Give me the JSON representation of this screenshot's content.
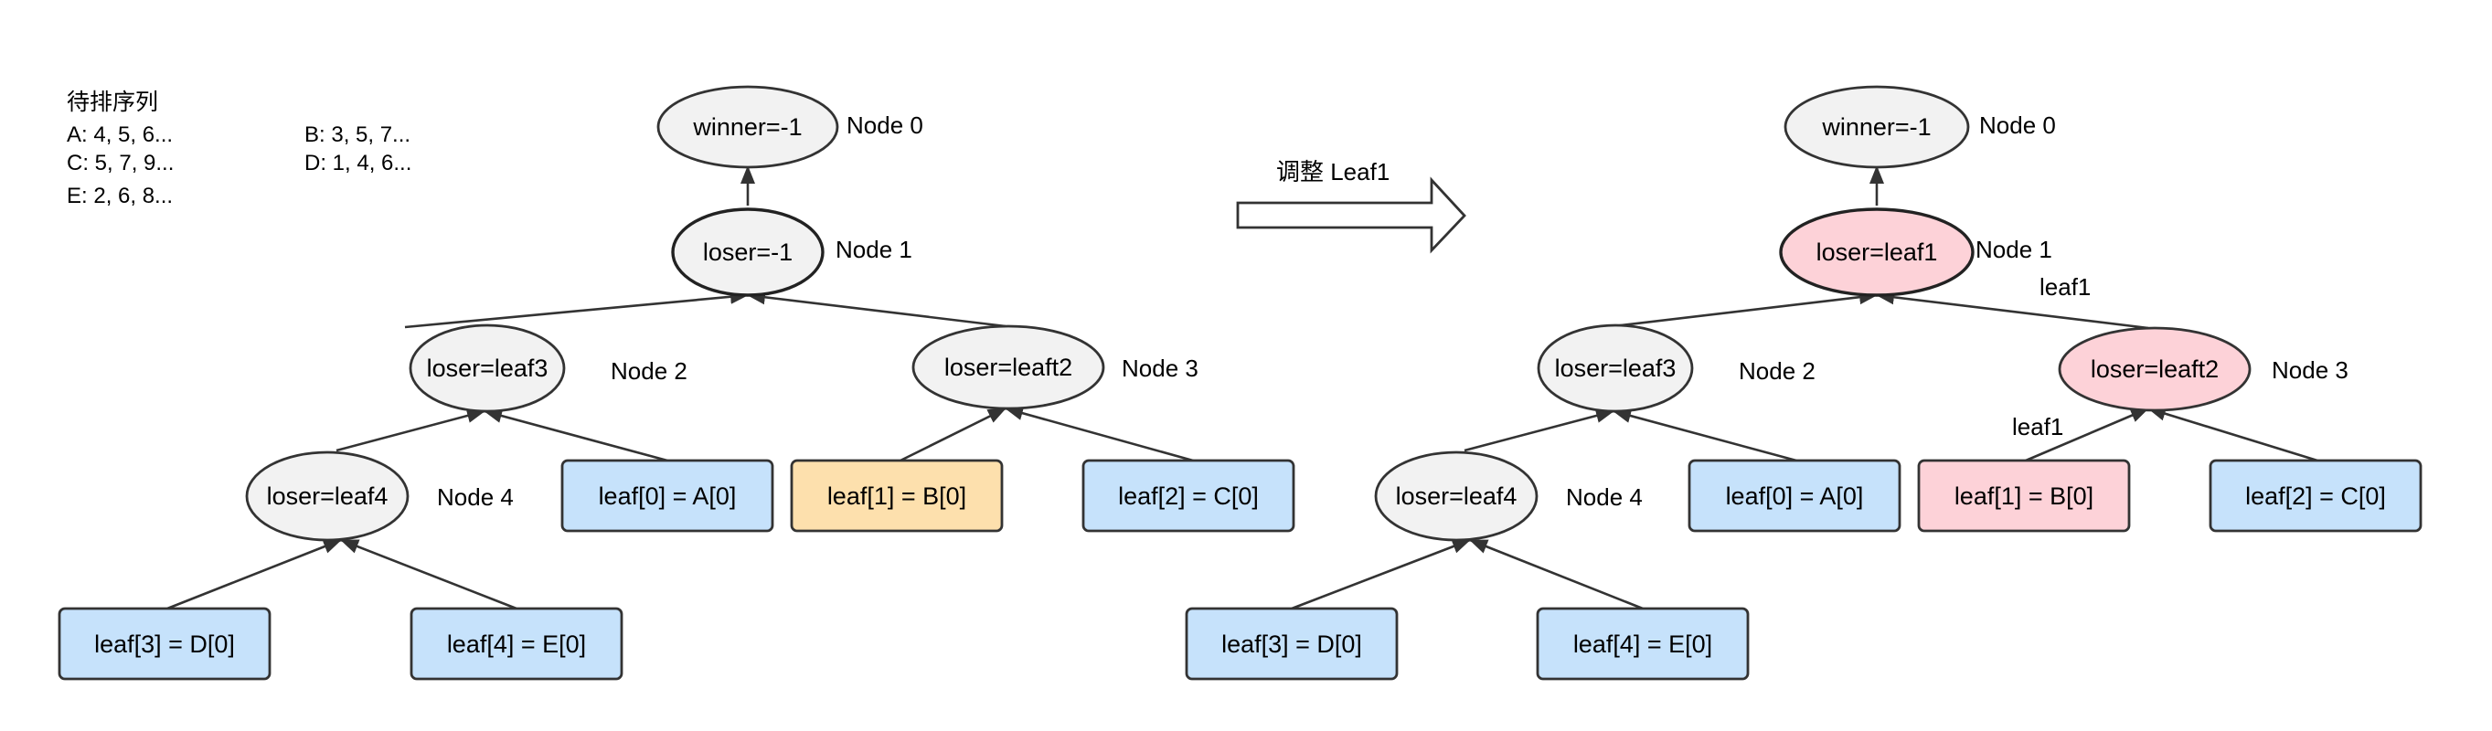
{
  "colors": {
    "neutral": "#f2f2f2",
    "leaf": "#c6e2fb",
    "changed_leaf": "#fde0ad",
    "highlight": "#fdd2d8",
    "stroke": "#333333"
  },
  "sequences": {
    "title": "待排序列",
    "A": "A: 4, 5, 6...",
    "B": "B: 3, 5, 7...",
    "C": "C: 5, 7, 9...",
    "D": "D: 1, 4, 6...",
    "E": "E: 2, 6, 8..."
  },
  "transition": {
    "label": "调整 Leaf1"
  },
  "left_tree": {
    "node0": {
      "value": "winner=-1",
      "label": "Node 0"
    },
    "node1": {
      "value": "loser=-1",
      "label": "Node 1"
    },
    "node2": {
      "value": "loser=leaf3",
      "label": "Node 2"
    },
    "node3": {
      "value": "loser=leaft2",
      "label": "Node 3"
    },
    "node4": {
      "value": "loser=leaf4",
      "label": "Node 4"
    },
    "leaf0": "leaf[0] = A[0]",
    "leaf1": "leaf[1] = B[0]",
    "leaf2": "leaf[2] = C[0]",
    "leaf3": "leaf[3] = D[0]",
    "leaf4": "leaf[4] = E[0]"
  },
  "right_tree": {
    "node0": {
      "value": "winner=-1",
      "label": "Node 0"
    },
    "node1": {
      "value": "loser=leaf1",
      "label": "Node 1"
    },
    "node2": {
      "value": "loser=leaf3",
      "label": "Node 2"
    },
    "node3": {
      "value": "loser=leaft2",
      "label": "Node 3"
    },
    "node4": {
      "value": "loser=leaf4",
      "label": "Node 4"
    },
    "leaf0": "leaf[0] = A[0]",
    "leaf1": "leaf[1] = B[0]",
    "leaf2": "leaf[2] = C[0]",
    "leaf3": "leaf[3] = D[0]",
    "leaf4": "leaf[4] = E[0]",
    "edge_label_leaf1_to_node3": "leaf1",
    "edge_label_node3_to_node1": "leaf1"
  }
}
